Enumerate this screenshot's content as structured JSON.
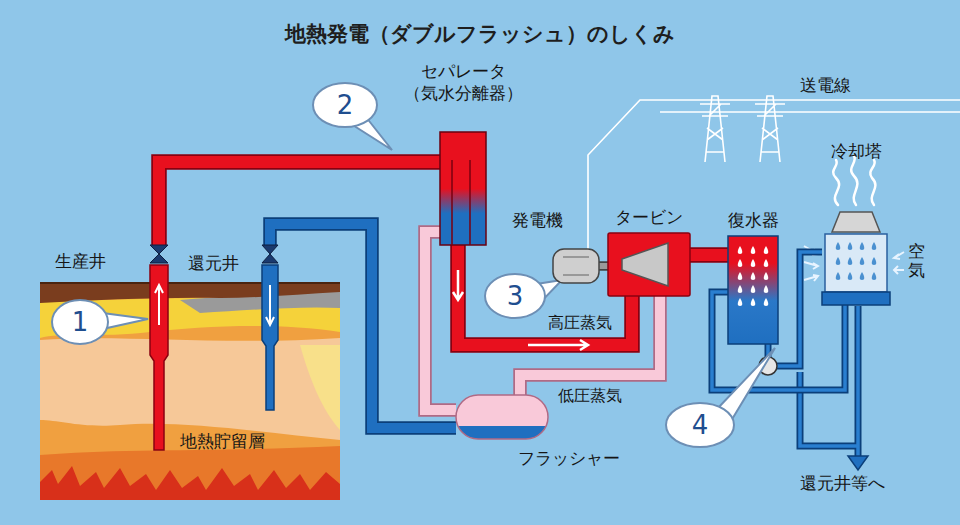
{
  "diagram": {
    "title": "地熱発電（ダブルフラッシュ）のしくみ",
    "nodes": [
      {
        "text": [
          "生産井"
        ]
      },
      {
        "text": [
          "還元井"
        ]
      },
      {
        "text": [
          "セパレータ （気水分離器）"
        ]
      },
      {
        "text": [
          "発電機"
        ]
      },
      {
        "text": [
          "タービン"
        ]
      },
      {
        "text": [
          "復水器"
        ]
      },
      {
        "text": [
          "冷却塔"
        ]
      },
      {
        "text": [
          "フラッシャー"
        ]
      }
    ],
    "edges": [
      {
        "from": 0,
        "to": 2,
        "arrow": "none"
      },
      {
        "from": 2,
        "to": 4,
        "label": "高圧蒸気",
        "arrow": "none"
      },
      {
        "from": 2,
        "to": 7,
        "arrow": "none"
      },
      {
        "from": 7,
        "to": 4,
        "label": "低圧蒸気",
        "arrow": "none"
      },
      {
        "from": 7,
        "to": 1,
        "arrow": "none"
      },
      {
        "from": 4,
        "to": 5,
        "arrow": "none"
      },
      {
        "from": 5,
        "to": 6,
        "arrow": "none"
      },
      {
        "from": 6,
        "to": 5,
        "arrow": "none"
      },
      {
        "from": 3,
        "to": 4,
        "arrow": "none"
      }
    ],
    "labels": [
      "1",
      "2",
      "3",
      "4",
      "地熱貯留層",
      "送電線",
      "空気",
      "還元井等へ"
    ]
  }
}
